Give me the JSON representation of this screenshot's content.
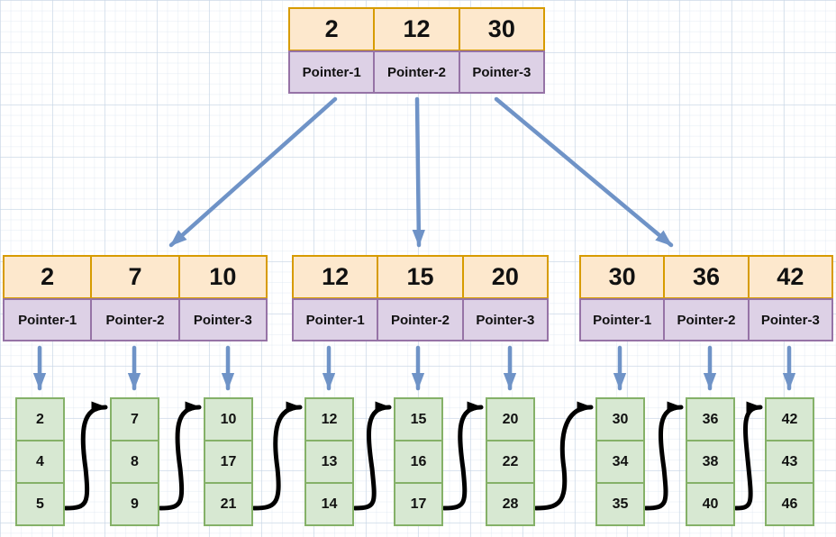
{
  "diagram": {
    "title": "b-plus-tree-index-structure",
    "root": {
      "keys": [
        "2",
        "12",
        "30"
      ],
      "pointers": [
        "Pointer-1",
        "Pointer-2",
        "Pointer-3"
      ]
    },
    "internal_nodes": [
      {
        "keys": [
          "2",
          "7",
          "10"
        ],
        "pointers": [
          "Pointer-1",
          "Pointer-2",
          "Pointer-3"
        ]
      },
      {
        "keys": [
          "12",
          "15",
          "20"
        ],
        "pointers": [
          "Pointer-1",
          "Pointer-2",
          "Pointer-3"
        ]
      },
      {
        "keys": [
          "30",
          "36",
          "42"
        ],
        "pointers": [
          "Pointer-1",
          "Pointer-2",
          "Pointer-3"
        ]
      }
    ],
    "leaf_blocks": [
      {
        "values": [
          "2",
          "4",
          "5"
        ]
      },
      {
        "values": [
          "7",
          "8",
          "9"
        ]
      },
      {
        "values": [
          "10",
          "17",
          "21"
        ]
      },
      {
        "values": [
          "12",
          "13",
          "14"
        ]
      },
      {
        "values": [
          "15",
          "16",
          "17"
        ]
      },
      {
        "values": [
          "20",
          "22",
          "28"
        ]
      },
      {
        "values": [
          "30",
          "34",
          "35"
        ]
      },
      {
        "values": [
          "36",
          "38",
          "40"
        ]
      },
      {
        "values": [
          "42",
          "43",
          "46"
        ]
      }
    ],
    "colors": {
      "key_fill": "#fde8cd",
      "key_border": "#d79b00",
      "pointer_fill": "#ddd1e6",
      "pointer_border": "#9673a6",
      "leaf_fill": "#d7e8d2",
      "leaf_border": "#85b168",
      "tree_arrow": "#6f93c7",
      "leaf_link_arrow": "#000000"
    }
  }
}
